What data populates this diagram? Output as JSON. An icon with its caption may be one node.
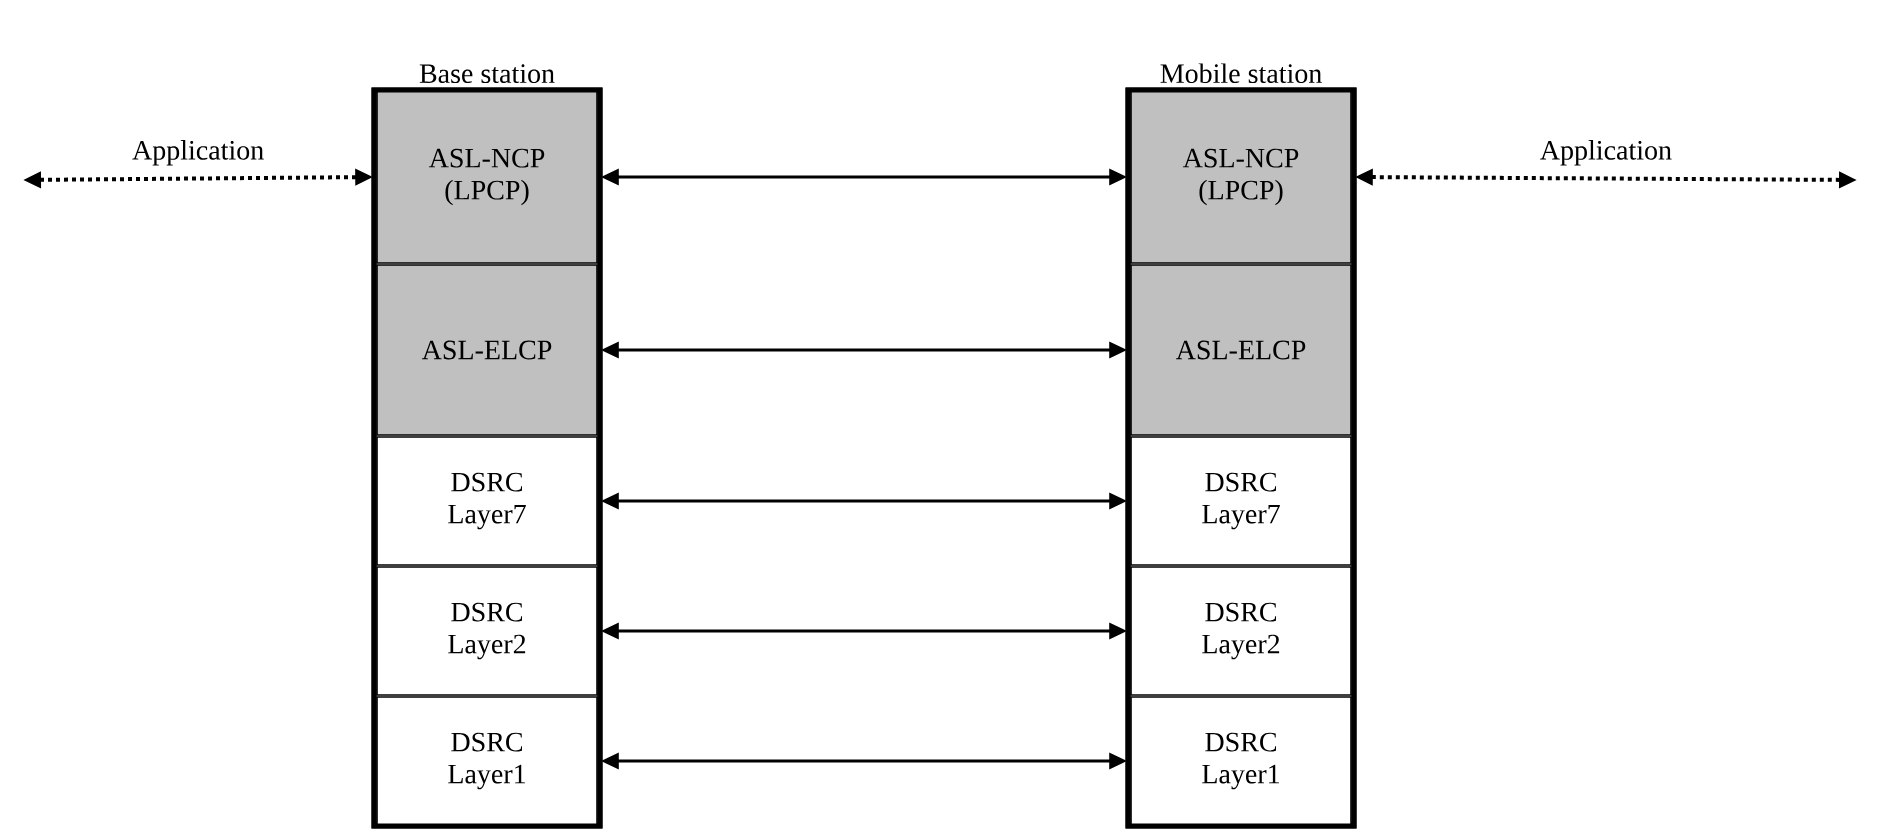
{
  "diagram": {
    "nodes": [
      {
        "text": [
          "Base station"
        ]
      },
      {
        "text": [
          "ASL-NCP (LPCP)"
        ],
        "in": 0
      },
      {
        "text": [
          "ASL-ELCP"
        ],
        "in": 0
      },
      {
        "text": [
          "DSRC Layer7"
        ],
        "in": 0
      },
      {
        "text": [
          "DSRC Layer2"
        ],
        "in": 0
      },
      {
        "text": [
          "DSRC Layer1"
        ],
        "in": 0
      },
      {
        "text": [
          "Mobile station"
        ]
      },
      {
        "text": [
          "ASL-NCP (LPCP)"
        ],
        "in": 6
      },
      {
        "text": [
          "ASL-ELCP"
        ],
        "in": 6
      },
      {
        "text": [
          "DSRC Layer7"
        ],
        "in": 6
      },
      {
        "text": [
          "DSRC Layer2"
        ],
        "in": 6
      },
      {
        "text": [
          "DSRC Layer1"
        ],
        "in": 6
      }
    ],
    "edges": [
      {
        "from": null,
        "to": 1,
        "arrow": "both",
        "label": "Application",
        "style": "dashed"
      },
      {
        "from": 7,
        "to": null,
        "arrow": "both",
        "label": "Application",
        "style": "dashed"
      },
      {
        "from": 1,
        "to": 7,
        "arrow": "both"
      },
      {
        "from": 2,
        "to": 8,
        "arrow": "both"
      },
      {
        "from": 3,
        "to": 9,
        "arrow": "both"
      },
      {
        "from": 4,
        "to": 10,
        "arrow": "both"
      },
      {
        "from": 5,
        "to": 11,
        "arrow": "both"
      }
    ]
  }
}
